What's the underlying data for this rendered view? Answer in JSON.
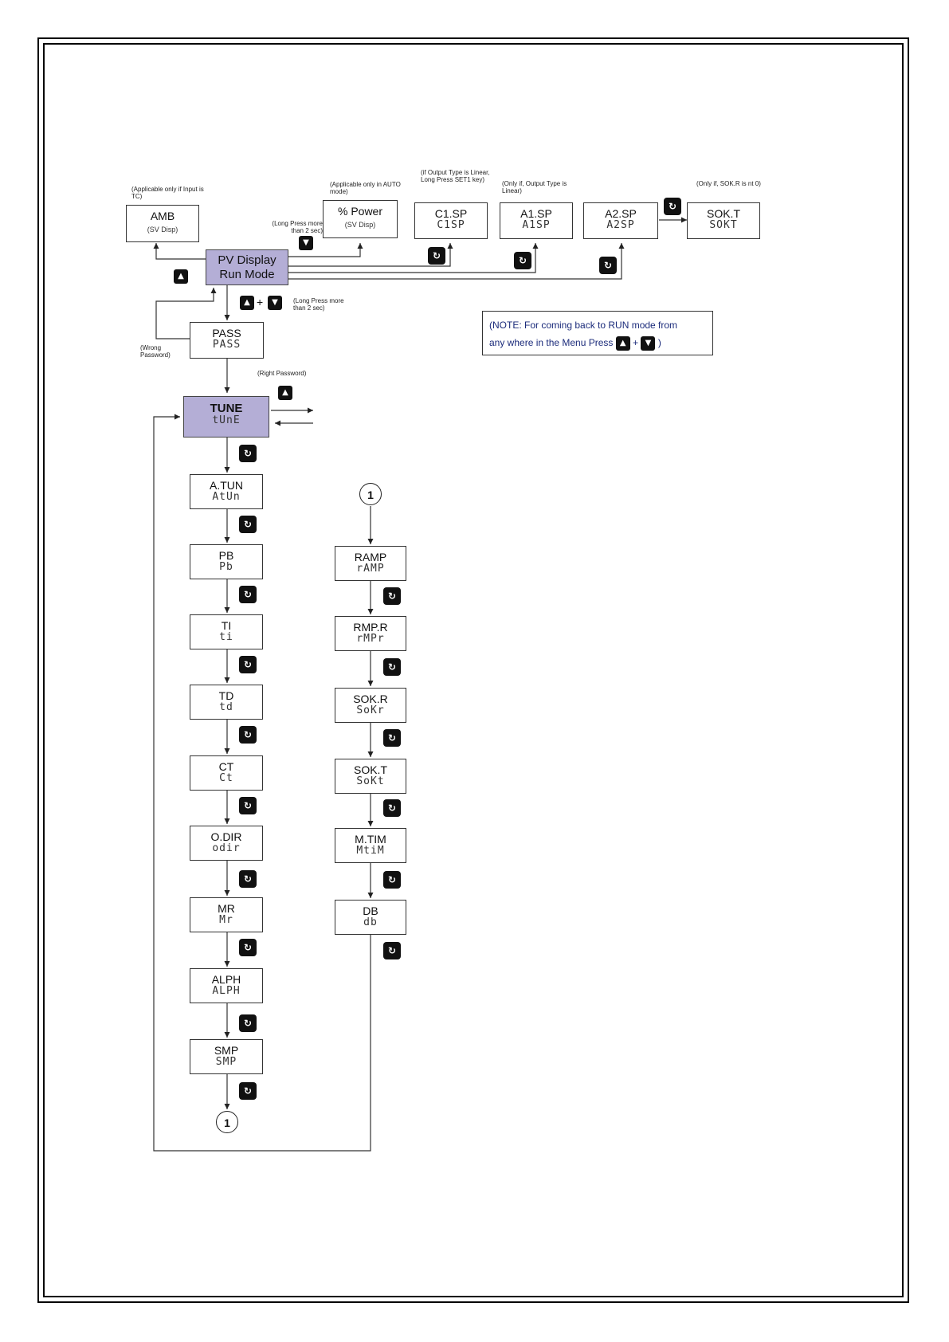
{
  "top": {
    "amb": {
      "label": "AMB",
      "sub": "(SV Disp)",
      "note": "(Applicable only if Input is TC)"
    },
    "power": {
      "label": "% Power",
      "sub": "(SV Disp)",
      "note": "(Applicable only in AUTO mode)"
    },
    "long_press_note": "(Long Press more than 2 sec)",
    "c1sp": {
      "label": "C1.SP",
      "lcd": "C1SP",
      "note": "(if Output Type is Linear, Long Press SET1 key)"
    },
    "a1sp": {
      "label": "A1.SP",
      "lcd": "A1SP",
      "note": "(Only if, Output Type is Linear)"
    },
    "a2sp": {
      "label": "A2.SP",
      "lcd": "A2SP"
    },
    "sokt": {
      "label": "SOK.T",
      "lcd": "SOKT",
      "note": "(Only if, SOK.R is nt 0)"
    }
  },
  "pv": {
    "line1": "PV Display",
    "line2": "Run Mode"
  },
  "pass": {
    "label": "PASS",
    "lcd": "PASS",
    "wrong": "(Wrong Password)",
    "right": "(Right Password)",
    "long_press": "(Long Press more than 2 sec)"
  },
  "tune": {
    "label": "TUNE",
    "lcd": "tUnE"
  },
  "col1": [
    {
      "label": "A.TUN",
      "lcd": "AtUn"
    },
    {
      "label": "PB",
      "lcd": "Pb"
    },
    {
      "label": "TI",
      "lcd": "ti"
    },
    {
      "label": "TD",
      "lcd": "td"
    },
    {
      "label": "CT",
      "lcd": "Ct"
    },
    {
      "label": "O.DIR",
      "lcd": "odir"
    },
    {
      "label": "MR",
      "lcd": "Mr"
    },
    {
      "label": "ALPH",
      "lcd": "ALPH"
    },
    {
      "label": "SMP",
      "lcd": "SMP"
    }
  ],
  "col2": [
    {
      "label": "RAMP",
      "lcd": "rAMP"
    },
    {
      "label": "RMP.R",
      "lcd": "rMPr"
    },
    {
      "label": "SOK.R",
      "lcd": "SoKr"
    },
    {
      "label": "SOK.T",
      "lcd": "SoKt"
    },
    {
      "label": "M.TIM",
      "lcd": "MtiM"
    },
    {
      "label": "DB",
      "lcd": "db"
    }
  ],
  "connector": "1",
  "note_box": {
    "text1": "(NOTE: For coming back to RUN mode from",
    "text2": "any where in the Menu Press",
    "plus": "+",
    "close": ")"
  },
  "keys": {
    "up": "▲",
    "down": "▼",
    "set": "↻"
  }
}
